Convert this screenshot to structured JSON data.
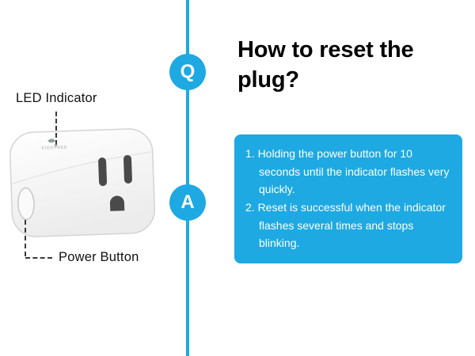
{
  "colors": {
    "accent": "#1EA9E2",
    "title_text": "#000000",
    "answer_text": "#ffffff",
    "background": "#ffffff"
  },
  "qa_line": {
    "q_label": "Q",
    "a_label": "A"
  },
  "title": "How to reset the plug?",
  "answer_box": {
    "items": [
      "1. Holding the power button for 10 seconds until the indicator flashes very quickly.",
      "2. Reset is successful when the indicator flashes several times and stops blinking."
    ]
  },
  "diagram": {
    "led_label": "LED Indicator",
    "power_label": "Power Button",
    "brand": "EIGHTREE"
  }
}
